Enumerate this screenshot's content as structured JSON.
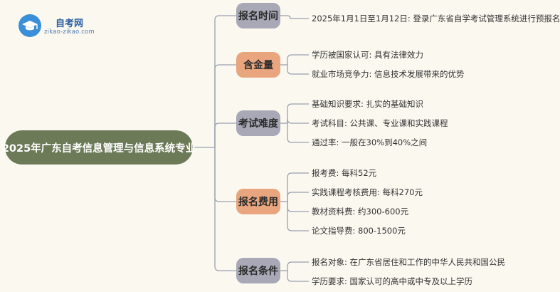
{
  "logo": {
    "name": "自考网",
    "url": "zikao-zikao.com"
  },
  "root": "2025年广东自考信息管理与信息系统专业",
  "colors": {
    "branch": "#9aa0b0",
    "root_bg": "#6c7a58",
    "cat_bg": "#a8a8b6",
    "cat_highlight": "#e8a57e"
  },
  "categories": [
    {
      "label": "报名时间",
      "highlight": false,
      "items": [
        "2025年1月1日至1月12日: 登录广东省自学考试管理系统进行预报名"
      ]
    },
    {
      "label": "含金量",
      "highlight": true,
      "items": [
        "学历被国家认可: 具有法律效力",
        "就业市场竞争力: 信息技术发展带来的优势"
      ]
    },
    {
      "label": "考试难度",
      "highlight": false,
      "items": [
        "基础知识要求: 扎实的基础知识",
        "考试科目: 公共课、专业课和实践课程",
        "通过率: 一般在30%到40%之间"
      ]
    },
    {
      "label": "报名费用",
      "highlight": true,
      "items": [
        "报考费: 每科52元",
        "实践课程考核费用: 每科270元",
        "教材资料费: 约300-600元",
        "论文指导费: 800-1500元"
      ]
    },
    {
      "label": "报名条件",
      "highlight": false,
      "items": [
        "报名对象: 在广东省居住和工作的中华人民共和国公民",
        "学历要求: 国家认可的高中或中专及以上学历"
      ]
    }
  ]
}
